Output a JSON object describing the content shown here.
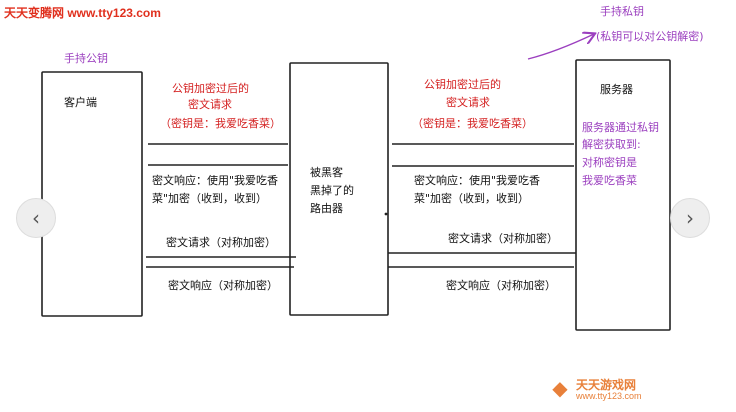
{
  "watermark": {
    "top_text": "天天变腾网 www.tty123.com",
    "bottom_name": "天天游戏网",
    "bottom_url": "www.tty123.com"
  },
  "nav": {
    "prev_glyph": "‹",
    "next_glyph": "›"
  },
  "boxes": {
    "client": {
      "label": "客户端",
      "caption": "手持公钥"
    },
    "router": {
      "label_lines": [
        "被黑客",
        "黑掉了的",
        "路由器"
      ]
    },
    "server": {
      "label": "服务器",
      "caption": "手持私钥",
      "caption_note": "(私钥可以对公钥解密)",
      "note_lines": [
        "服务器通过私钥",
        "解密获取到:",
        "对称密钥是",
        "我爱吃香菜"
      ]
    }
  },
  "messages": {
    "left_request_lines": [
      "公钥加密过后的",
      "密文请求",
      "（密钥是：我爱吃香菜）"
    ],
    "right_request_lines": [
      "公钥加密过后的",
      "密文请求",
      "（密钥是：我爱吃香菜）"
    ],
    "left_response_lines": [
      "密文响应：使用\"我爱吃香",
      "菜\"加密（收到，收到）"
    ],
    "right_response_lines": [
      "密文响应：使用\"我爱吃香",
      "菜\"加密（收到，收到）"
    ],
    "left_sym_request": "密文请求（对称加密）",
    "right_sym_request": "密文请求（对称加密）",
    "left_sym_response": "密文响应（对称加密）",
    "right_sym_response": "密文响应（对称加密）"
  },
  "colors": {
    "red": "#d42020",
    "purple": "#9b3fbf",
    "black": "#111111",
    "line": "#222222"
  }
}
